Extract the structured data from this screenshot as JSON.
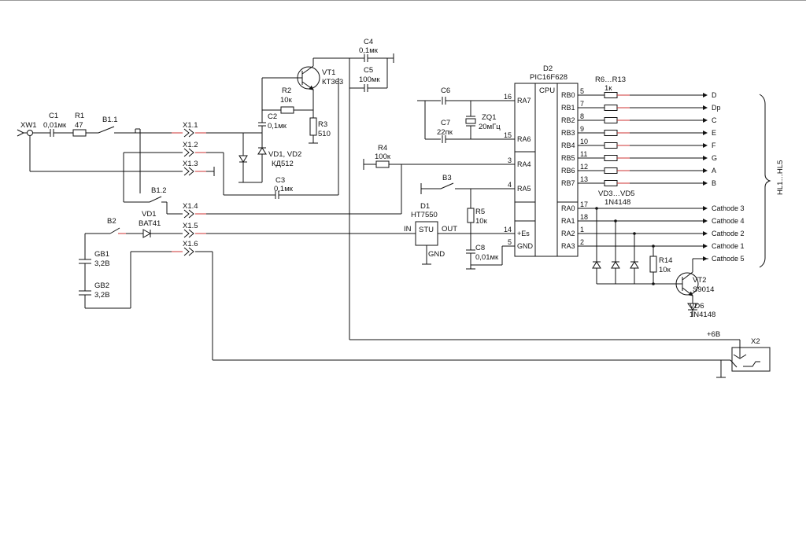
{
  "labels": {
    "XW1": "XW1",
    "C1": "C1",
    "C1v": "0,01мк",
    "R1": "R1",
    "R1v": "47",
    "B11": "B1.1",
    "X11": "X1.1",
    "X12": "X1.2",
    "X13": "X1.3",
    "X14": "X1.4",
    "X15": "X1.5",
    "X16": "X1.6",
    "B12": "B1.2",
    "B2": "B2",
    "VD1": "VD1",
    "VD1v": "BAT41",
    "GB1": "GB1",
    "GB1v": "3,2В",
    "GB2": "GB2",
    "GB2v": "3,2В",
    "C2": "C2",
    "C2v": "0,1мк",
    "R2": "R2",
    "R2v": "10к",
    "R3": "R3",
    "R3v": "510",
    "VD12": "VD1, VD2",
    "VD12v": "КД512",
    "C3": "C3",
    "C3v": "0,1мк",
    "VT1": "VT1",
    "VT1v": "КТ363",
    "C4": "C4",
    "C4v": "0,1мк",
    "C5": "C5",
    "C5v": "100мк",
    "C6": "C6",
    "C7": "C7",
    "C7v": "22пк",
    "ZQ1": "ZQ1",
    "ZQ1v": "20мГц",
    "R4": "R4",
    "R4v": "100к",
    "B3": "B3",
    "D1": "D1",
    "D1v": "HT7550",
    "IN": "IN",
    "OUT": "OUT",
    "STU": "STU",
    "GND": "GND",
    "R5": "R5",
    "R5v": "10к",
    "C8": "C8",
    "C8v": "0,01мк",
    "D2": "D2",
    "D2v": "PIC16F628",
    "CPU": "CPU",
    "R613": "R6…R13",
    "R613v": "1к",
    "VD35": "VD3…VD5",
    "VD35v": "1N4148",
    "R14": "R14",
    "R14v": "10к",
    "VT2": "VT2",
    "VT2v": "S9014",
    "VD6": "VD6",
    "VD6v": "1N4148",
    "P6V": "+6В",
    "X2": "X2",
    "HL": "HL1…HL5"
  },
  "chip_left_pins": [
    {
      "num": "16",
      "name": "RA7"
    },
    {
      "num": "15",
      "name": "RA6"
    },
    {
      "num": "3",
      "name": "RA4"
    },
    {
      "num": "4",
      "name": "RA5"
    },
    {
      "num": "14",
      "name": "+Es"
    },
    {
      "num": "5",
      "name": "GND"
    }
  ],
  "chip_right_pins": [
    {
      "num": "5",
      "name": "RB0",
      "out": "D"
    },
    {
      "num": "7",
      "name": "RB1",
      "out": "Dp"
    },
    {
      "num": "8",
      "name": "RB2",
      "out": "C"
    },
    {
      "num": "9",
      "name": "RB3",
      "out": "E"
    },
    {
      "num": "10",
      "name": "RB4",
      "out": "F"
    },
    {
      "num": "11",
      "name": "RB5",
      "out": "G"
    },
    {
      "num": "12",
      "name": "RB6",
      "out": "A"
    },
    {
      "num": "13",
      "name": "RB7",
      "out": "B"
    },
    {
      "num": "17",
      "name": "RA0",
      "out": "Cathode 3"
    },
    {
      "num": "18",
      "name": "RA1",
      "out": "Cathode 4"
    },
    {
      "num": "1",
      "name": "RA2",
      "out": "Cathode 2"
    },
    {
      "num": "2",
      "name": "RA3",
      "out": "Cathode 1"
    },
    {
      "num": "",
      "name": "",
      "out": "Cathode 5"
    }
  ]
}
